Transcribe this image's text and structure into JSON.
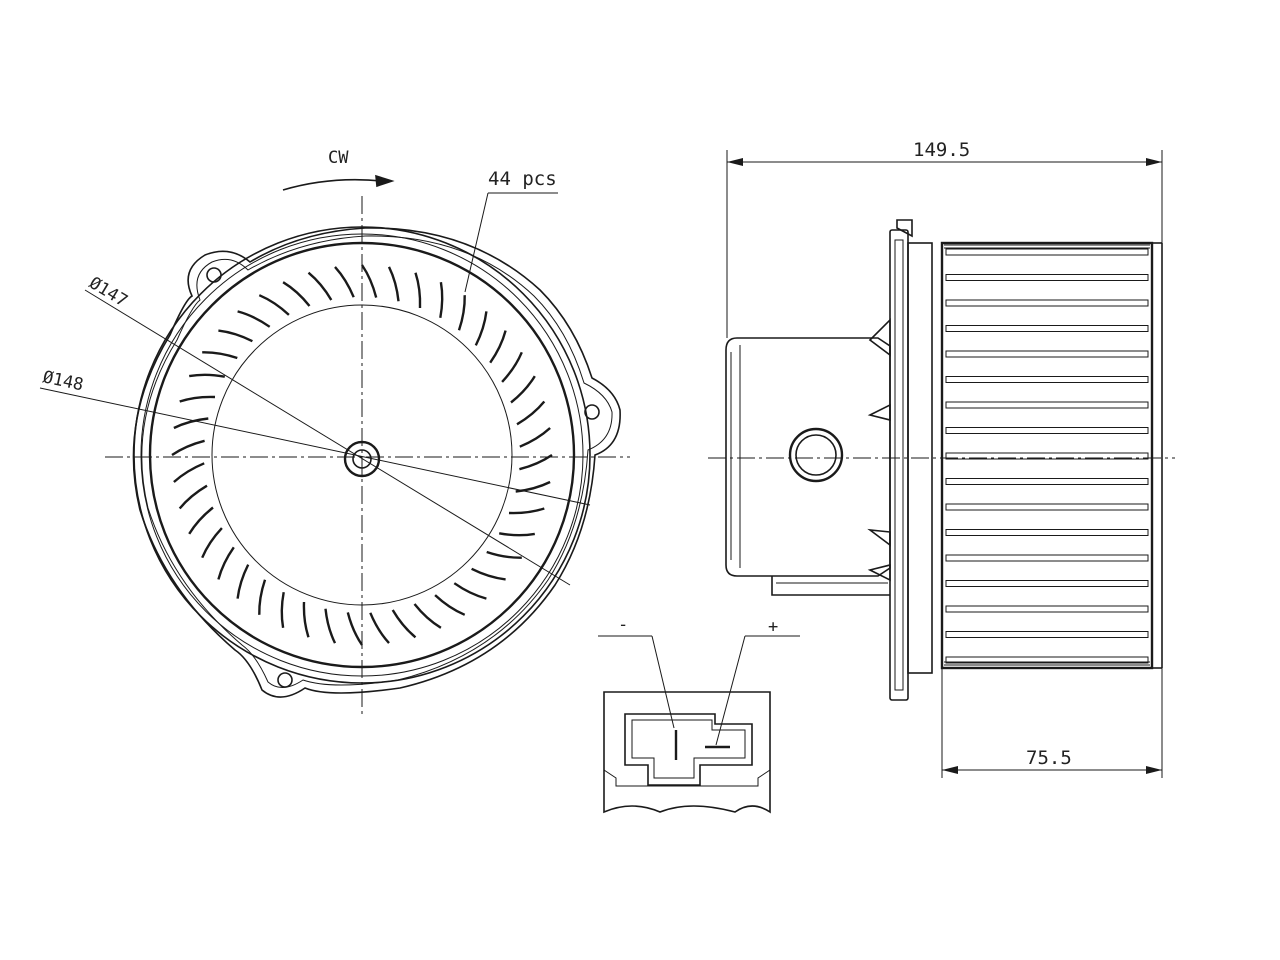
{
  "labels": {
    "rotation": "CW",
    "blade_count": "44 pcs",
    "diameter_inner": "Ø147",
    "diameter_outer": "Ø148",
    "overall_length": "149.5",
    "wheel_length": "75.5",
    "terminal_negative": "-",
    "terminal_positive": "+"
  },
  "colors": {
    "line": "#1a1a1a",
    "background": "#ffffff"
  }
}
